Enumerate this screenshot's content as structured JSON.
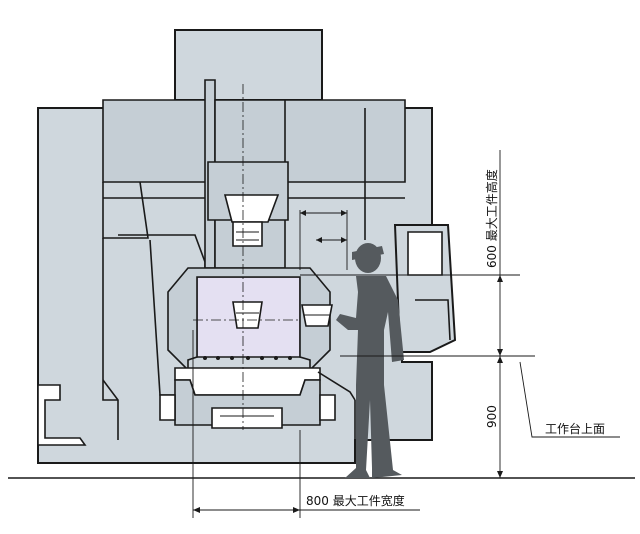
{
  "labels": {
    "height_dimension": "600 最大工件高度",
    "table_height": "900",
    "table_surface": "工作台上面",
    "width_dimension": "800 最大工件宽度"
  },
  "colors": {
    "machine_body": "#cfd7dd",
    "work_envelope": "#e4e0f2",
    "operator": "#555a5e",
    "outline": "#1a1a1a"
  }
}
